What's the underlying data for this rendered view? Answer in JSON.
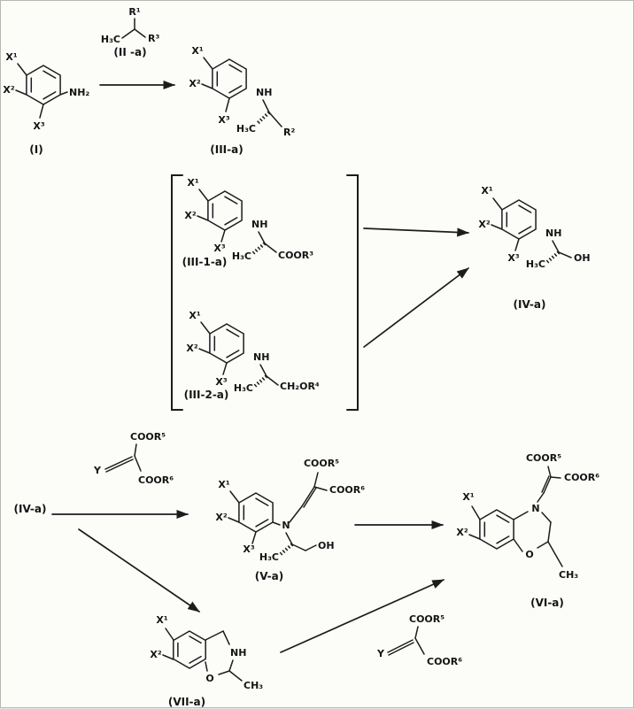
{
  "colors": {
    "ink": "#1c1c1c",
    "paper": "#fcfcf9"
  },
  "structures": {
    "I": {
      "label": "(I)",
      "X1": "X¹",
      "X2": "X²",
      "X3": "X³",
      "NH2": "NH₂"
    },
    "IIa": {
      "label": "(II -a)",
      "R1": "R¹",
      "H3C": "H₃C",
      "R3": "R³"
    },
    "IIIa": {
      "label": "(III-a)",
      "X1": "X¹",
      "X2": "X²",
      "X3": "X³",
      "NH": "NH",
      "H3C": "H₃C",
      "R2": "R²"
    },
    "III1a": {
      "label": "(III-1-a)",
      "X1": "X¹",
      "X2": "X²",
      "X3": "X³",
      "NH": "NH",
      "H3C": "H₃C",
      "COOR3": "COOR³"
    },
    "III2a": {
      "label": "(III-2-a)",
      "X1": "X¹",
      "X2": "X²",
      "X3": "X³",
      "NH": "NH",
      "H3C": "H₃C",
      "CH2OR4": "CH₂OR⁴"
    },
    "IVa": {
      "label": "(IV-a)",
      "X1": "X¹",
      "X2": "X²",
      "X3": "X³",
      "NH": "NH",
      "H3C": "H₃C",
      "OH": "OH"
    },
    "IVaRef": {
      "label": "(IV-a)"
    },
    "acrylate1": {
      "Y": "Y",
      "COOR5": "COOR⁵",
      "COOR6": "COOR⁶"
    },
    "Va": {
      "label": "(V-a)",
      "X1": "X¹",
      "X2": "X²",
      "X3": "X³",
      "N": "N",
      "COOR5": "COOR⁵",
      "COOR6": "COOR⁶",
      "H3C": "H₃C",
      "OH": "OH"
    },
    "VIa": {
      "label": "(VI-a)",
      "X1": "X¹",
      "X2": "X²",
      "N": "N",
      "O": "O",
      "CH3": "CH₃",
      "COOR5": "COOR⁵",
      "COOR6": "COOR⁶"
    },
    "VIIa": {
      "label": "(VII-a)",
      "X1": "X¹",
      "X2": "X²",
      "NH": "NH",
      "O": "O",
      "CH3": "CH₃"
    },
    "acrylate2": {
      "Y": "Y",
      "COOR5": "COOR⁵",
      "COOR6": "COOR⁶"
    }
  }
}
